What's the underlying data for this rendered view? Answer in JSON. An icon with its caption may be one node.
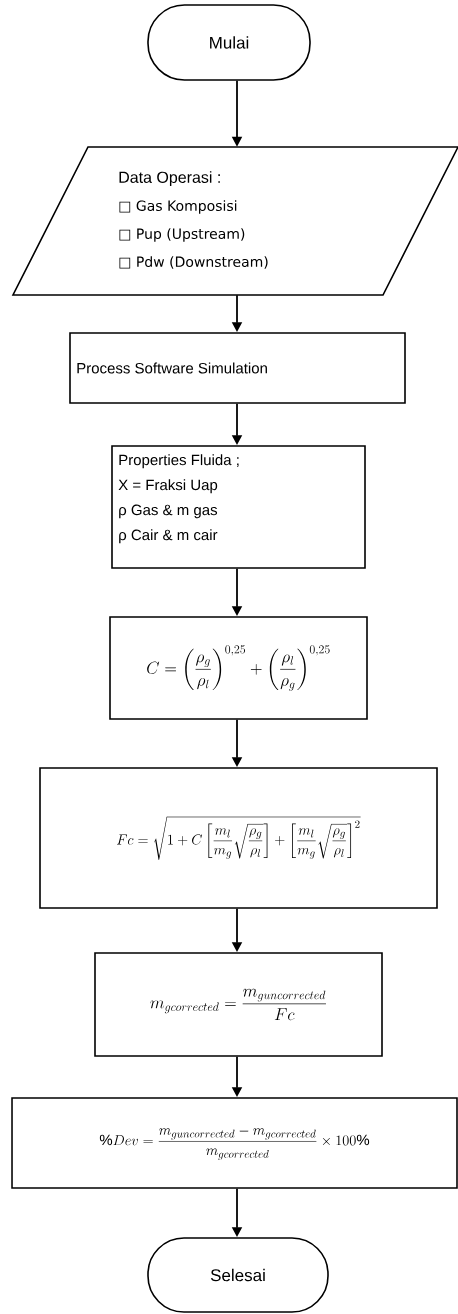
{
  "diagram": {
    "nodes": [
      {
        "text": [
          "Mulai"
        ]
      },
      {
        "text": [
          "Data Operasi :",
          "□ Gas Komposisi",
          "□ Pup (Upstream)",
          "□ Pdw (Downstream)"
        ]
      },
      {
        "text": [
          "Process Software Simulation"
        ]
      },
      {
        "text": [
          "Properties Fluida ;",
          "X = Fraksi Uap",
          "ρ Gas & m gas",
          "ρ Cair & m cair"
        ]
      },
      {
        "text": [
          "C=\\left(\\frac{\\rho_g}{\\rho_l}\\right)^{0,25}+\\left(\\frac{\\rho_l}{\\rho_g}\\right)^{0,25}"
        ]
      },
      {
        "text": [
          "Fc=\\sqrt{1+C\\left[\\frac{m_l}{m_g}\\sqrt{\\frac{\\rho_g}{\\rho_l}}\\right]+\\left[\\frac{m_l}{m_g}\\sqrt{\\frac{\\rho_g}{\\rho_l}}\\right]^2}"
        ]
      },
      {
        "text": [
          "m_{gcorrected}=\\frac{m_{guncorrected}}{Fc}"
        ]
      },
      {
        "text": [
          "\\%Dev=\\frac{m_{guncorrected}-m_{gcorrected}}{m_{gcorrected}}\\times 100\\%"
        ]
      },
      {
        "text": [
          "Selesai"
        ]
      }
    ],
    "edges": [
      {
        "from": 0,
        "to": 1,
        "arrow": "to"
      },
      {
        "from": 1,
        "to": 2,
        "arrow": "to"
      },
      {
        "from": 2,
        "to": 3,
        "arrow": "to"
      },
      {
        "from": 3,
        "to": 4,
        "arrow": "to"
      },
      {
        "from": 4,
        "to": 5,
        "arrow": "to"
      },
      {
        "from": 5,
        "to": 6,
        "arrow": "to"
      },
      {
        "from": 6,
        "to": 7,
        "arrow": "to"
      },
      {
        "from": 7,
        "to": 8,
        "arrow": "to"
      }
    ]
  }
}
